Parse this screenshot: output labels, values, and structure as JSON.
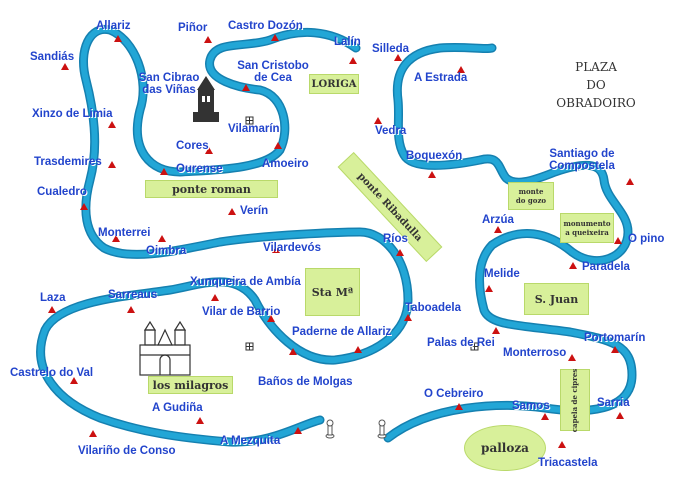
{
  "title": {
    "line1": "PLAZA",
    "line2": "DO",
    "line3": "OBRADOIRO"
  },
  "colors": {
    "road": "#22a6d6",
    "road_edge": "#1580b0",
    "label": "#2244cc",
    "marker": "#cc1111",
    "zone": "#d8f09a"
  },
  "places": {
    "allariz": "Allariz",
    "pinor": "Piñor",
    "castro_dozon": "Castro Dozón",
    "sandias": "Sandiás",
    "lalin": "Lalín",
    "silleda": "Silleda",
    "san_cibrao": "San Cibrao das Viñas",
    "san_cristobo": "San Cristobo de Cea",
    "a_estrada": "A Estrada",
    "xinzo": "Xinzo de Limia",
    "vilamarin": "Vilamarín",
    "vedra": "Vedra",
    "trasdemires": "Trasdemires",
    "cores": "Cores",
    "ourense": "Ourense",
    "amoeiro": "Amoeiro",
    "boquexon": "Boquexón",
    "santiago": "Santiago de Compostela",
    "cualedro": "Cualedro",
    "verin": "Verín",
    "arzua": "Arzúa",
    "monterrei": "Monterrei",
    "oimbra": "Oimbra",
    "vilardevos": "Vilardevós",
    "rios": "Ríos",
    "o_pino": "O pino",
    "paradela": "Paradela",
    "melide": "Melide",
    "xunqueira": "Xunqueira de Ambía",
    "laza": "Laza",
    "sarreaus": "Sarreaus",
    "vilar_de_barrio": "Vilar de Barrio",
    "taboadela": "Taboadela",
    "paderne": "Paderne de Allariz",
    "palas": "Palas de Rei",
    "portomarin": "Portomarín",
    "monterroso": "Monterroso",
    "castrelo": "Castrelo do Val",
    "banos": "Baños de Molgas",
    "o_cebreiro": "O Cebreiro",
    "samos": "Samos",
    "sarria": "Sarria",
    "a_gudina": "A Gudiña",
    "a_mezquita": "A Mezquita",
    "vilarino": "Vilariño de Conso",
    "triacastela": "Triacastela"
  },
  "zones": {
    "loriga": "LORIGA",
    "ponte_roman": "ponte roman",
    "ponte_ribadulla": "ponte Ribadulla",
    "monte_do_gozo": "monte do gozo",
    "monumento": "monumento a queixeira",
    "sta_ma": "Sta Mª",
    "s_juan": "S. Juan",
    "capela": "capela de cipres",
    "los_milagros": "los milagros",
    "palloza": "palloza"
  }
}
